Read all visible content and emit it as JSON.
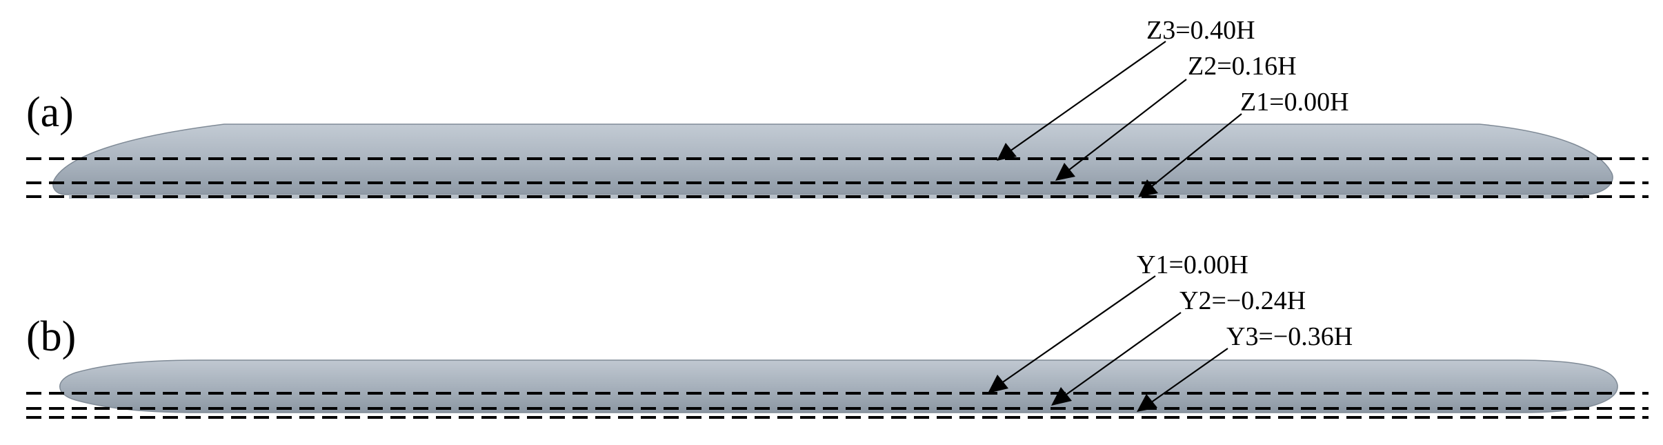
{
  "panels": [
    {
      "label": "(a)",
      "planes": [
        {
          "label": "Z3=0.40H"
        },
        {
          "label": "Z2=0.16H"
        },
        {
          "label": "Z1=0.00H"
        }
      ]
    },
    {
      "label": "(b)",
      "planes": [
        {
          "label": "Y1=0.00H"
        },
        {
          "label": "Y2=−0.24H"
        },
        {
          "label": "Y3=−0.36H"
        }
      ]
    }
  ],
  "colors": {
    "train_body": "#aab4bf",
    "train_shadow": "#8e99a5",
    "lines": "#000000"
  }
}
